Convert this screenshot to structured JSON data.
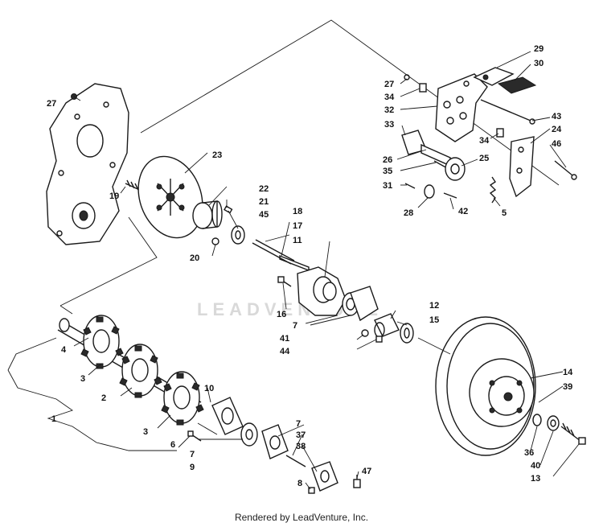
{
  "watermark": "LEADVENTURE",
  "footer": "Rendered by LeadVenture, Inc.",
  "callouts": {
    "c1": "1",
    "c2": "2",
    "c3a": "3",
    "c3b": "3",
    "c4": "4",
    "c5": "5",
    "c6": "6",
    "c7a": "7",
    "c7b": "7",
    "c7c": "7",
    "c8": "8",
    "c9": "9",
    "c10": "10",
    "c11": "11",
    "c12": "12",
    "c13": "13",
    "c14": "14",
    "c15": "15",
    "c16": "16",
    "c17": "17",
    "c18": "18",
    "c19": "19",
    "c20": "20",
    "c21": "21",
    "c22": "22",
    "c23": "23",
    "c24": "24",
    "c25": "25",
    "c26": "26",
    "c27a": "27",
    "c27b": "27",
    "c28": "28",
    "c29": "29",
    "c30": "30",
    "c31": "31",
    "c32": "32",
    "c33": "33",
    "c34a": "34",
    "c34b": "34",
    "c35": "35",
    "c36": "36",
    "c37": "37",
    "c38": "38",
    "c39": "39",
    "c40": "40",
    "c41": "41",
    "c42": "42",
    "c43": "43",
    "c44": "44",
    "c45": "45",
    "c46": "46",
    "c47": "47"
  }
}
